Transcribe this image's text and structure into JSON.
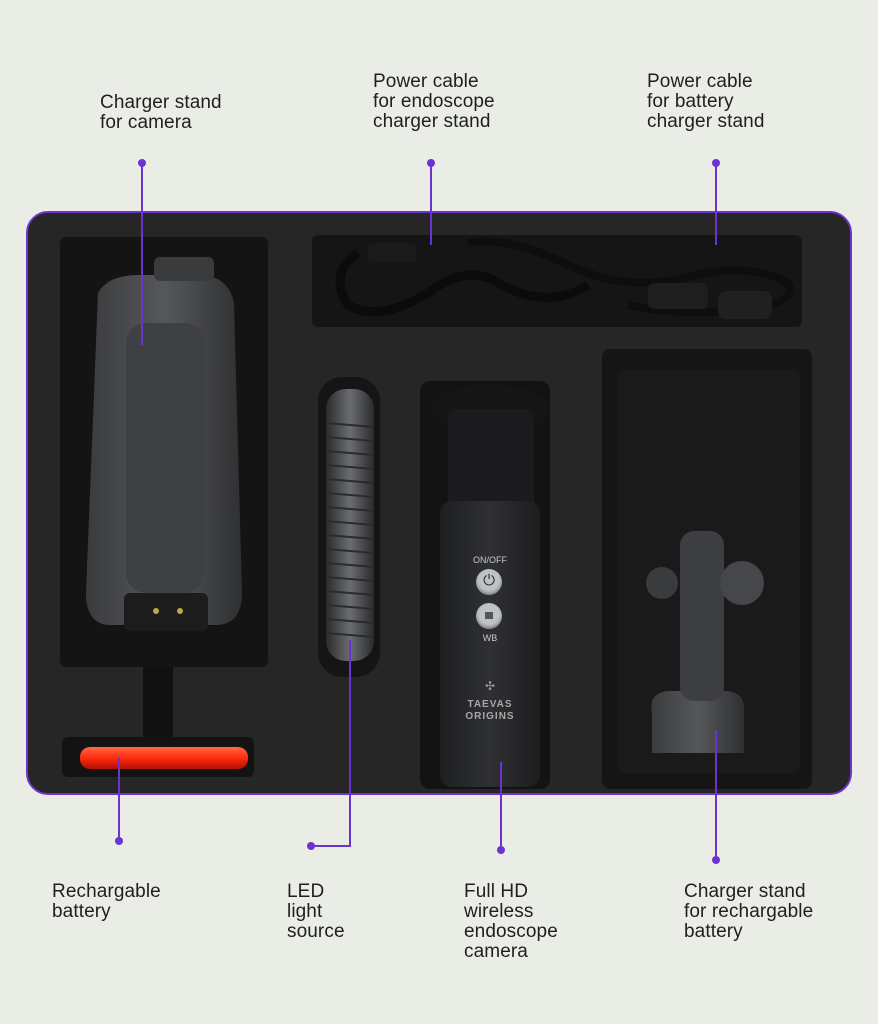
{
  "labels": {
    "charger_stand_camera": "Charger stand\nfor camera",
    "power_cable_endoscope": "Power cable\nfor endoscope\ncharger stand",
    "power_cable_battery": "Power cable\nfor battery\ncharger stand",
    "rechargable_battery": "Rechargable\nbattery",
    "led_light_source": "LED\nlight\nsource",
    "full_hd_camera": "Full HD\nwireless\nendoscope\ncamera",
    "charger_stand_battery": "Charger stand\nfor rechargable\nbattery"
  },
  "device": {
    "on_off_label": "ON/OFF",
    "wb_label": "WB",
    "brand_line1": "TAEVAS",
    "brand_line2": "ORIGINS"
  },
  "colors": {
    "background": "#e9ede6",
    "accent": "#6b34d1",
    "foam": "#262626",
    "battery_glow": "#ff2a10"
  }
}
